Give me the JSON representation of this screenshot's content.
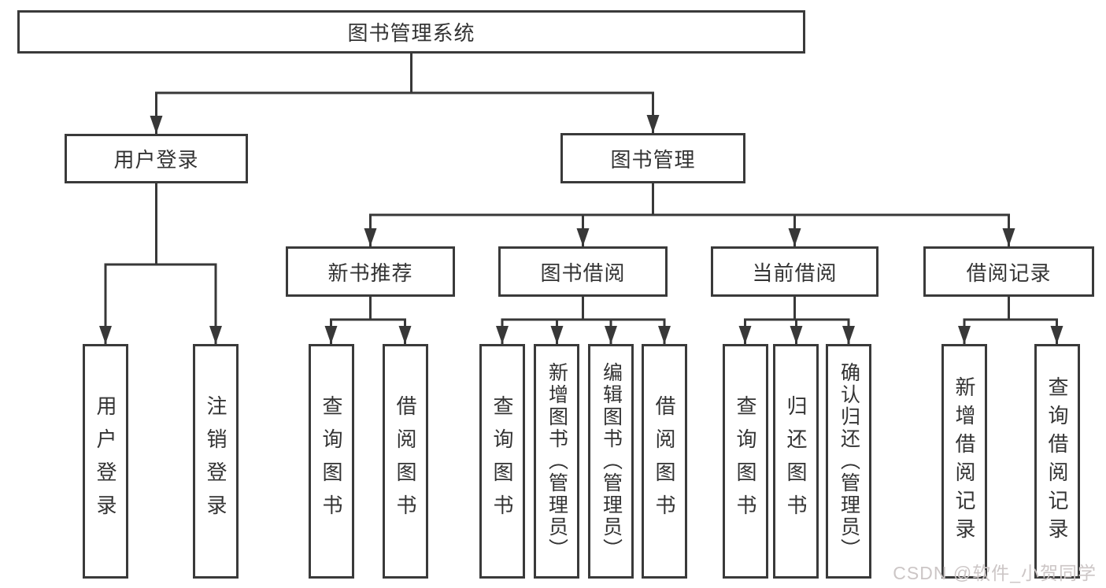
{
  "diagram": {
    "type": "tree-structure-chart",
    "colors": {
      "line": "#383838",
      "box_border": "#3a3a3a",
      "text": "#333333",
      "background": "#ffffff",
      "watermark": "#ccc6c6"
    },
    "nodes": {
      "root": "图书管理系统",
      "userLogin": "用户登录",
      "bookMgmt": "图书管理",
      "newBooks": "新书推荐",
      "bookBorrow": "图书借阅",
      "currentBorrow": "当前借阅",
      "borrowRecords": "借阅记录",
      "leaves": [
        "用户登录",
        "注销登录",
        "查询图书",
        "借阅图书",
        "查询图书",
        "新增图书（管理员）",
        "编辑图书（管理员）",
        "借阅图书",
        "查询图书",
        "归还图书",
        "确认归还（管理员）",
        "新增借阅记录",
        "查询借阅记录"
      ]
    },
    "hierarchy": {
      "图书管理系统": [
        "用户登录",
        "图书管理"
      ],
      "用户登录": [
        "用户登录",
        "注销登录"
      ],
      "图书管理": [
        "新书推荐",
        "图书借阅",
        "当前借阅",
        "借阅记录"
      ],
      "新书推荐": [
        "查询图书",
        "借阅图书"
      ],
      "图书借阅": [
        "查询图书",
        "新增图书（管理员）",
        "编辑图书（管理员）",
        "借阅图书"
      ],
      "当前借阅": [
        "查询图书",
        "归还图书",
        "确认归还（管理员）"
      ],
      "借阅记录": [
        "新增借阅记录",
        "查询借阅记录"
      ]
    },
    "watermark": "CSDN @软件_小贺同学"
  }
}
